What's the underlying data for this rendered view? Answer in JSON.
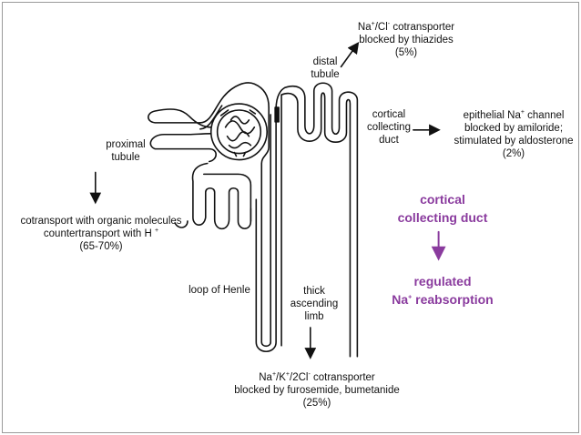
{
  "nephron": {
    "proximal_tubule": [
      "proximal",
      "tubule"
    ],
    "proximal_transport": [
      "cotransport with organic molecules",
      "countertransport with H",
      "+",
      "(65-70%)"
    ],
    "distal_tubule": [
      "distal",
      "tubule"
    ],
    "nacl": {
      "na": "Na",
      "plus": "+",
      "slash": "/Cl",
      "minus": "-",
      "cotransporter": " cotransporter",
      "blocked": "blocked by thiazides",
      "percent": "(5%)"
    },
    "cortical_duct": [
      "cortical",
      "collecting",
      "duct"
    ],
    "enac": {
      "prefix": "epithelial Na",
      "plus": "+",
      "suffix": " channel",
      "line2": "blocked by amiloride;",
      "line3": "stimulated by aldosterone",
      "percent": "(2%)"
    },
    "loop_of_henle": "loop of Henle",
    "thick_limb": [
      "thick",
      "ascending",
      "limb"
    ],
    "nkcc": {
      "na": "Na",
      "plus1": "+",
      "k": "/K",
      "plus2": "+",
      "twocl": "/2Cl",
      "minus": "-",
      "cotransporter": " cotransporter",
      "blocked": "blocked by furosemide, bumetanide",
      "percent": "(25%)"
    },
    "summary": {
      "line1": "cortical",
      "line2": "collecting duct",
      "regulated": "regulated",
      "na": "Na",
      "plus": "+",
      "reabsorption": " reabsorption"
    }
  },
  "colors": {
    "accent": "#8a3b9e",
    "ink": "#111111"
  }
}
